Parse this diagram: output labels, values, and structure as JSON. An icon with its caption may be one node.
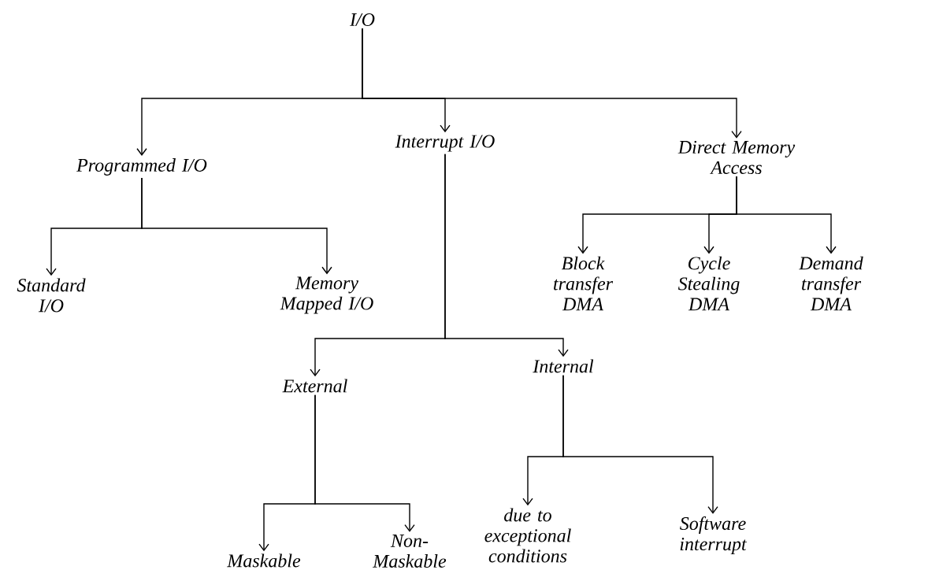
{
  "diagram": {
    "nodes": [
      {
        "text": [
          "I/O"
        ]
      },
      {
        "text": [
          "Programmed I/O"
        ]
      },
      {
        "text": [
          "Interrupt I/O"
        ]
      },
      {
        "text": [
          "Direct Memory Access"
        ]
      },
      {
        "text": [
          "Standard I/O"
        ]
      },
      {
        "text": [
          "Memory Mapped I/O"
        ]
      },
      {
        "text": [
          "Block transfer DMA"
        ]
      },
      {
        "text": [
          "Cycle Stealing DMA"
        ]
      },
      {
        "text": [
          "Demand transfer DMA"
        ]
      },
      {
        "text": [
          "External"
        ]
      },
      {
        "text": [
          "Internal"
        ]
      },
      {
        "text": [
          "Maskable"
        ]
      },
      {
        "text": [
          "Non-Maskable"
        ]
      },
      {
        "text": [
          "due to exceptional conditions"
        ]
      },
      {
        "text": [
          "Software interrupt"
        ]
      }
    ],
    "edges": [
      {
        "from": 0,
        "to": 1,
        "arrow": "to"
      },
      {
        "from": 0,
        "to": 2,
        "arrow": "to"
      },
      {
        "from": 0,
        "to": 3,
        "arrow": "to"
      },
      {
        "from": 1,
        "to": 4,
        "arrow": "to"
      },
      {
        "from": 1,
        "to": 5,
        "arrow": "to"
      },
      {
        "from": 3,
        "to": 6,
        "arrow": "to"
      },
      {
        "from": 3,
        "to": 7,
        "arrow": "to"
      },
      {
        "from": 3,
        "to": 8,
        "arrow": "to"
      },
      {
        "from": 2,
        "to": 9,
        "arrow": "to"
      },
      {
        "from": 2,
        "to": 10,
        "arrow": "to"
      },
      {
        "from": 9,
        "to": 11,
        "arrow": "to"
      },
      {
        "from": 9,
        "to": 12,
        "arrow": "to"
      },
      {
        "from": 10,
        "to": 13,
        "arrow": "to"
      },
      {
        "from": 10,
        "to": 14,
        "arrow": "to"
      }
    ]
  }
}
